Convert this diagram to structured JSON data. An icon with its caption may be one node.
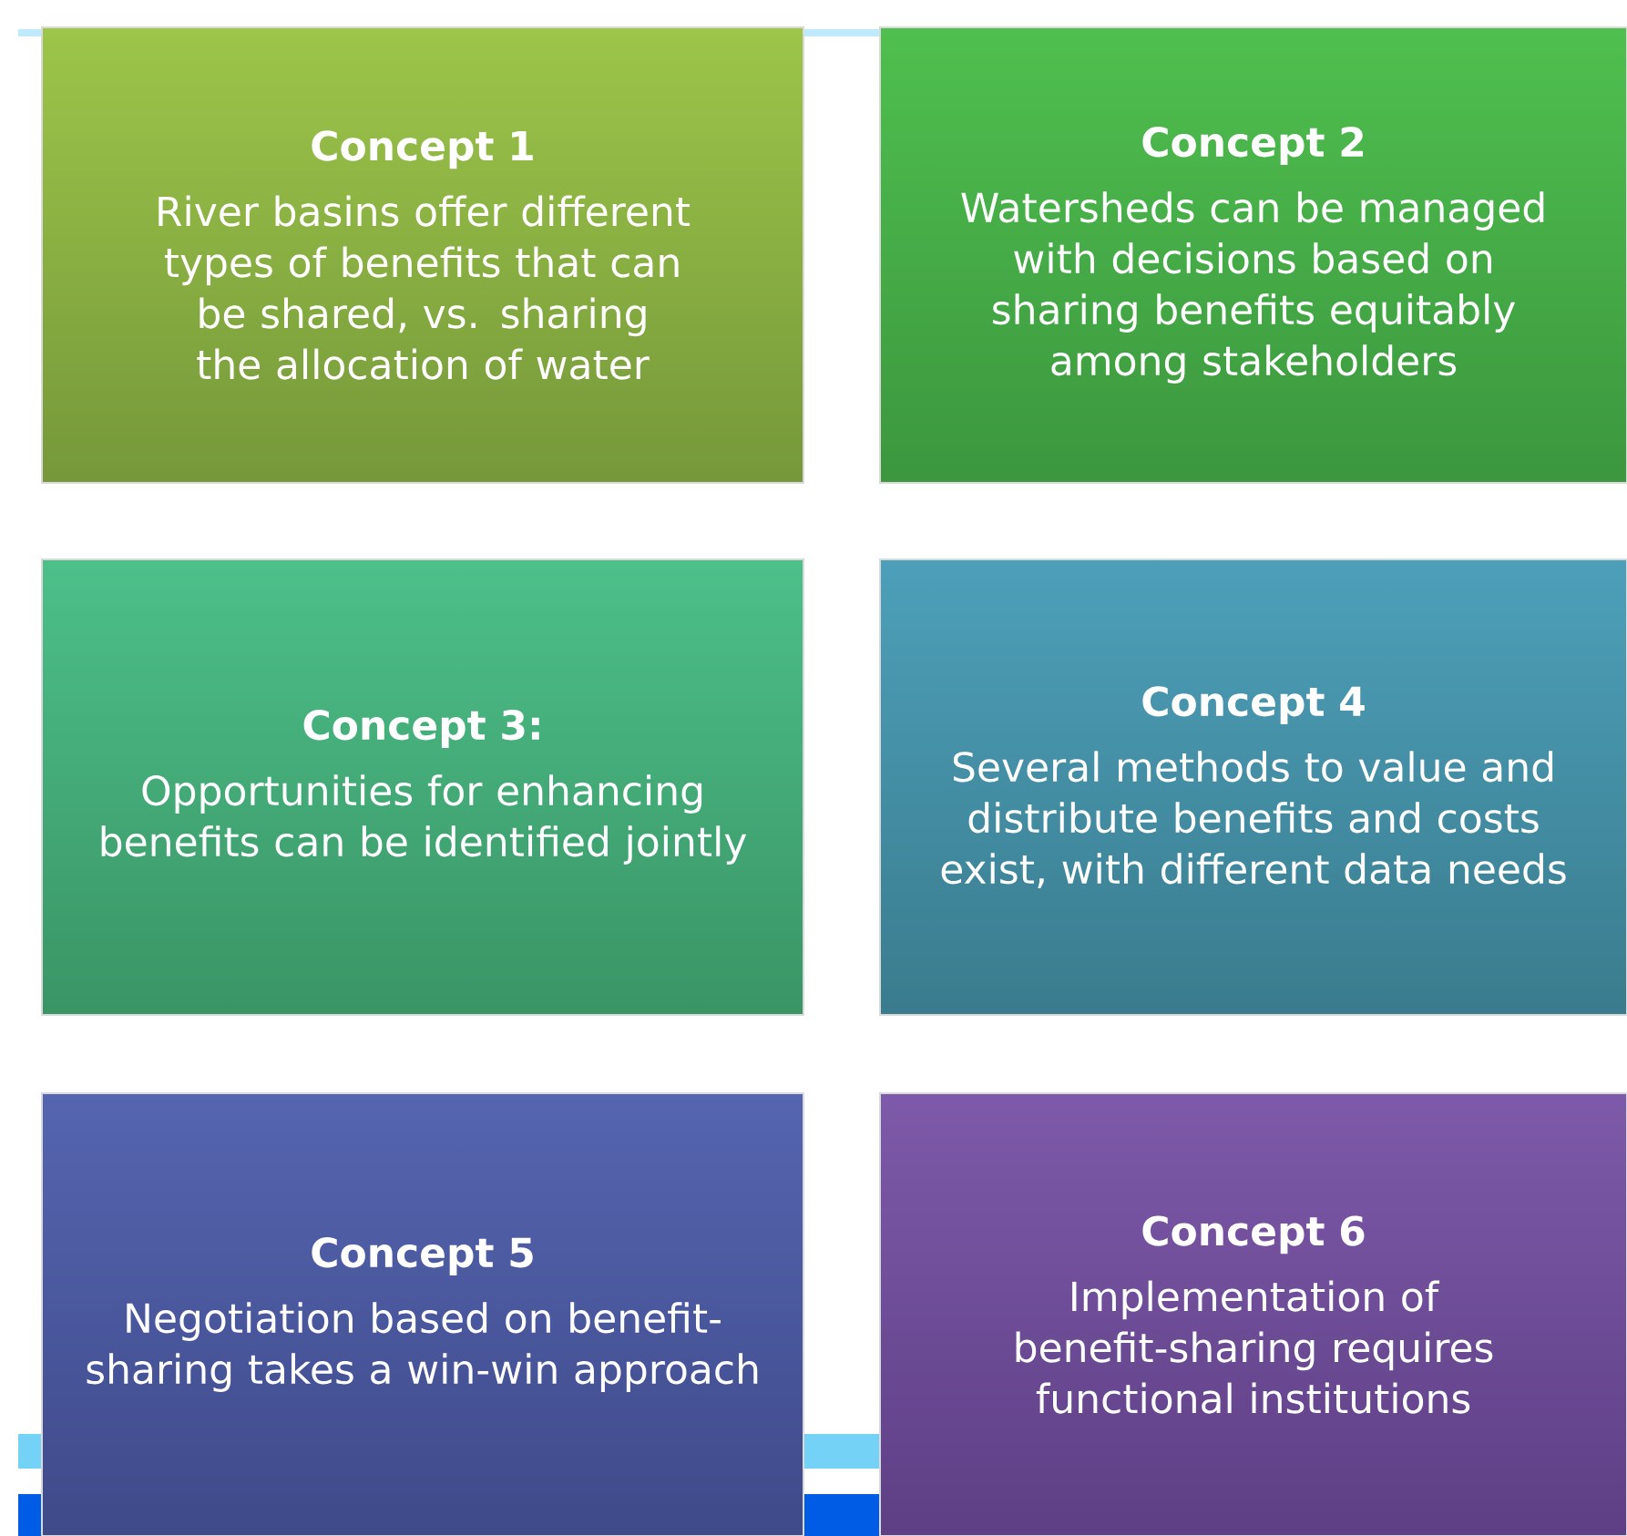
{
  "diagram": {
    "nodes": [
      {
        "text": [
          "Concept 1",
          "River basins offer different types of benefits that can be shared, vs. sharing the allocation of water"
        ]
      },
      {
        "text": [
          "Concept 2",
          "Watersheds can be managed with decisions based on sharing benefits equitably among stakeholders"
        ]
      },
      {
        "text": [
          "Concept 3:",
          "Opportunities for enhancing benefits can be identified jointly"
        ]
      },
      {
        "text": [
          "Concept 4",
          "Several methods to value and distribute benefits and costs exist, with different data needs"
        ]
      },
      {
        "text": [
          "Concept 5",
          "Negotiation based on benefit-sharing takes a win-win approach"
        ]
      },
      {
        "text": [
          "Concept 6",
          "Implementation of benefit-sharing requires functional institutions"
        ]
      }
    ]
  }
}
